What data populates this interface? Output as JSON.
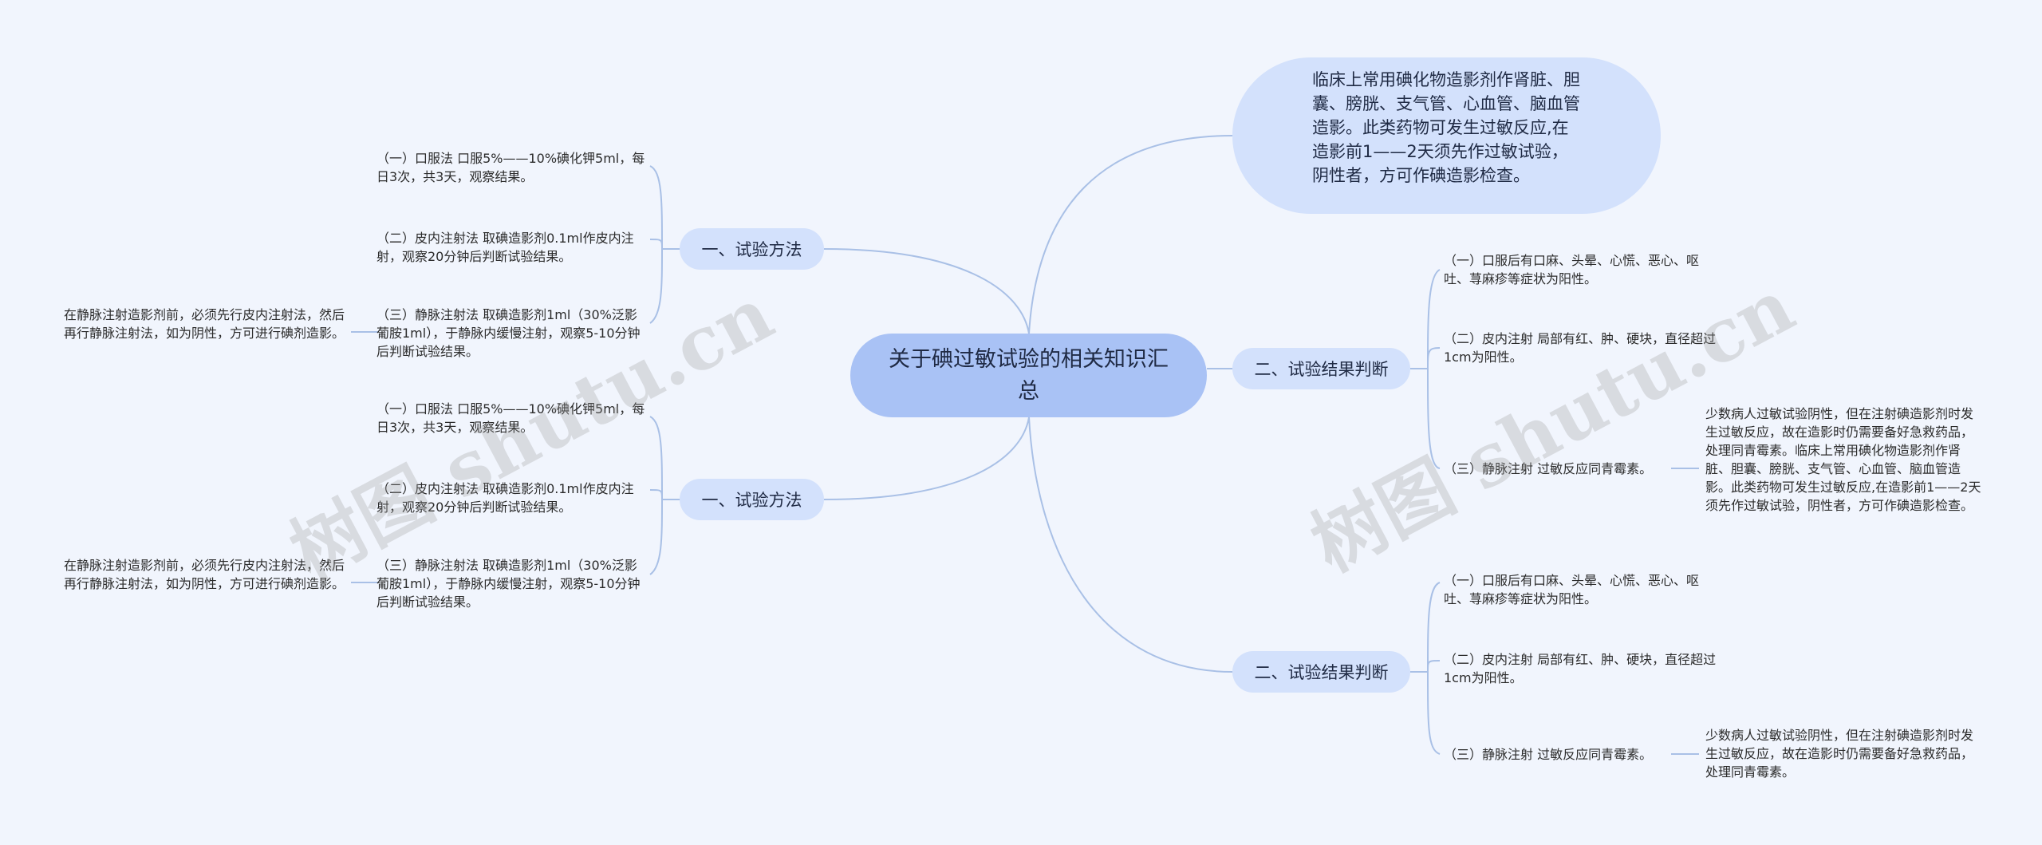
{
  "root": {
    "label": "关于碘过敏试验的相关知识汇总"
  },
  "intro": {
    "text": "临床上常用碘化物造影剂作肾脏、胆囊、膀胱、支气管、心血管、脑血管造影。此类药物可发生过敏反应,在造影前1——2天须先作过敏试验，阴性者，方可作碘造影检查。"
  },
  "left_top": {
    "label": "一、试验方法",
    "items": [
      "（一）口服法 口服5%——10%碘化钾5ml，每日3次，共3天，观察结果。",
      "（二）皮内注射法 取碘造影剂0.1ml作皮内注射，观察20分钟后判断试验结果。",
      "（三）静脉注射法 取碘造影剂1ml（30%泛影葡胺1ml），于静脉内缓慢注射，观察5-10分钟后判断试验结果。"
    ],
    "note": "在静脉注射造影剂前，必须先行皮内注射法，然后再行静脉注射法，如为阴性，方可进行碘剂造影。"
  },
  "left_bottom": {
    "label": "一、试验方法",
    "items": [
      "（一）口服法 口服5%——10%碘化钾5ml，每日3次，共3天，观察结果。",
      "（二）皮内注射法 取碘造影剂0.1ml作皮内注射，观察20分钟后判断试验结果。",
      "（三）静脉注射法 取碘造影剂1ml（30%泛影葡胺1ml），于静脉内缓慢注射，观察5-10分钟后判断试验结果。"
    ],
    "note": "在静脉注射造影剂前，必须先行皮内注射法，然后再行静脉注射法，如为阴性，方可进行碘剂造影。"
  },
  "right_top": {
    "label": "二、试验结果判断",
    "items": [
      "（一）口服后有口麻、头晕、心慌、恶心、呕吐、荨麻疹等症状为阳性。",
      "（二）皮内注射 局部有红、肿、硬块，直径超过1cm为阳性。",
      "（三）静脉注射 过敏反应同青霉素。"
    ],
    "note": "少数病人过敏试验阴性，但在注射碘造影剂时发生过敏反应，故在造影时仍需要备好急救药品，处理同青霉素。临床上常用碘化物造影剂作肾脏、胆囊、膀胱、支气管、心血管、脑血管造影。此类药物可发生过敏反应,在造影前1——2天须先作过敏试验，阴性者，方可作碘造影检查。"
  },
  "right_bottom": {
    "label": "二、试验结果判断",
    "items": [
      "（一）口服后有口麻、头晕、心慌、恶心、呕吐、荨麻疹等症状为阳性。",
      "（二）皮内注射 局部有红、肿、硬块，直径超过1cm为阳性。",
      "（三）静脉注射 过敏反应同青霉素。"
    ],
    "note": "少数病人过敏试验阴性，但在注射碘造影剂时发生过敏反应，故在造影时仍需要备好急救药品，处理同青霉素。"
  },
  "watermark": {
    "left": "树图 shutu.cn",
    "right": "树图 shutu.cn"
  },
  "colors": {
    "background": "#f1f5fd",
    "root": "#a9c2f5",
    "branch": "#d3e1fc",
    "line": "#a9c0e6"
  }
}
